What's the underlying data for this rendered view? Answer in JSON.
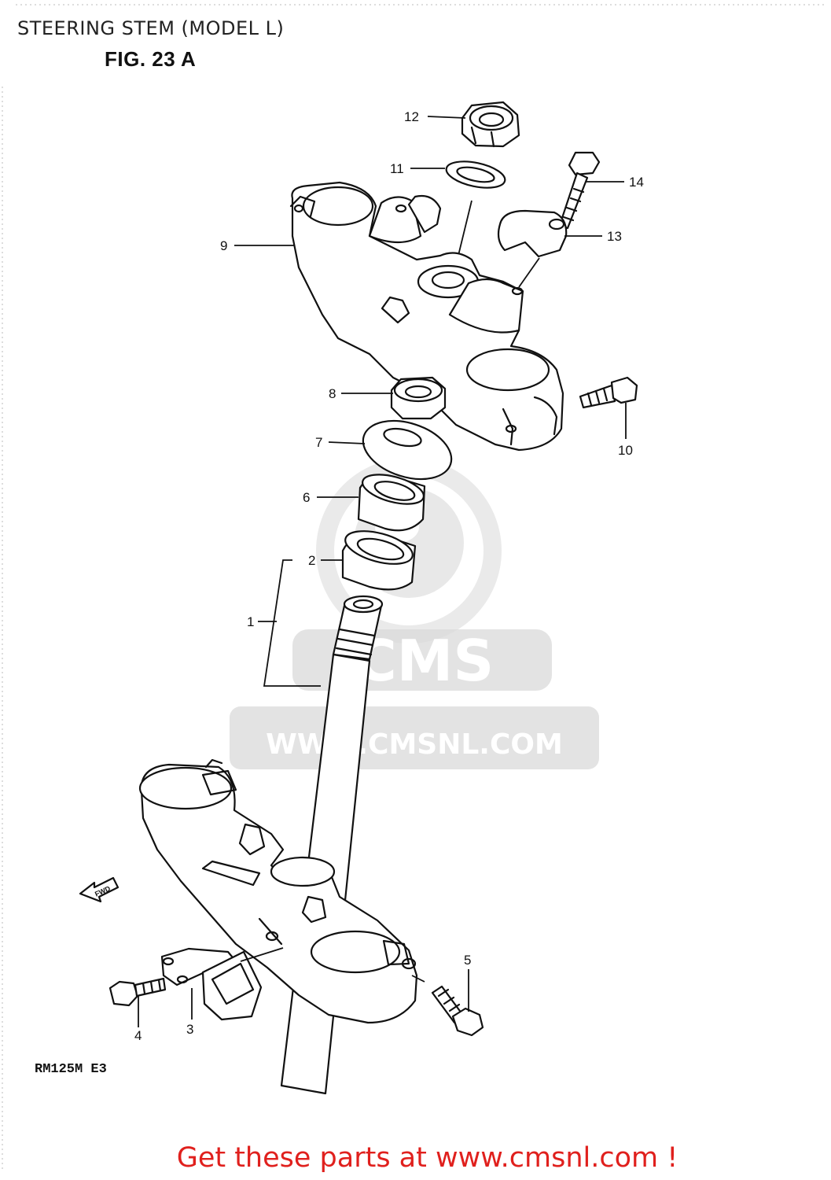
{
  "page_title": "STEERING STEM (MODEL L)",
  "figure_label": "FIG. 23 A",
  "model_code": "RM125M E3",
  "watermark": {
    "brand": "CMS",
    "url": "WWW.CMSNL.COM"
  },
  "direction_arrow": {
    "label": "FWD",
    "icon": "forward-arrow-icon"
  },
  "callouts": [
    "1",
    "2",
    "3",
    "4",
    "5",
    "6",
    "7",
    "8",
    "9",
    "10",
    "11",
    "12",
    "13",
    "14"
  ],
  "call_to_action": "Get these parts at www.cmsnl.com !",
  "colors": {
    "cta": "#e0201d",
    "watermark": "#d9d9d9",
    "line": "#111111"
  }
}
